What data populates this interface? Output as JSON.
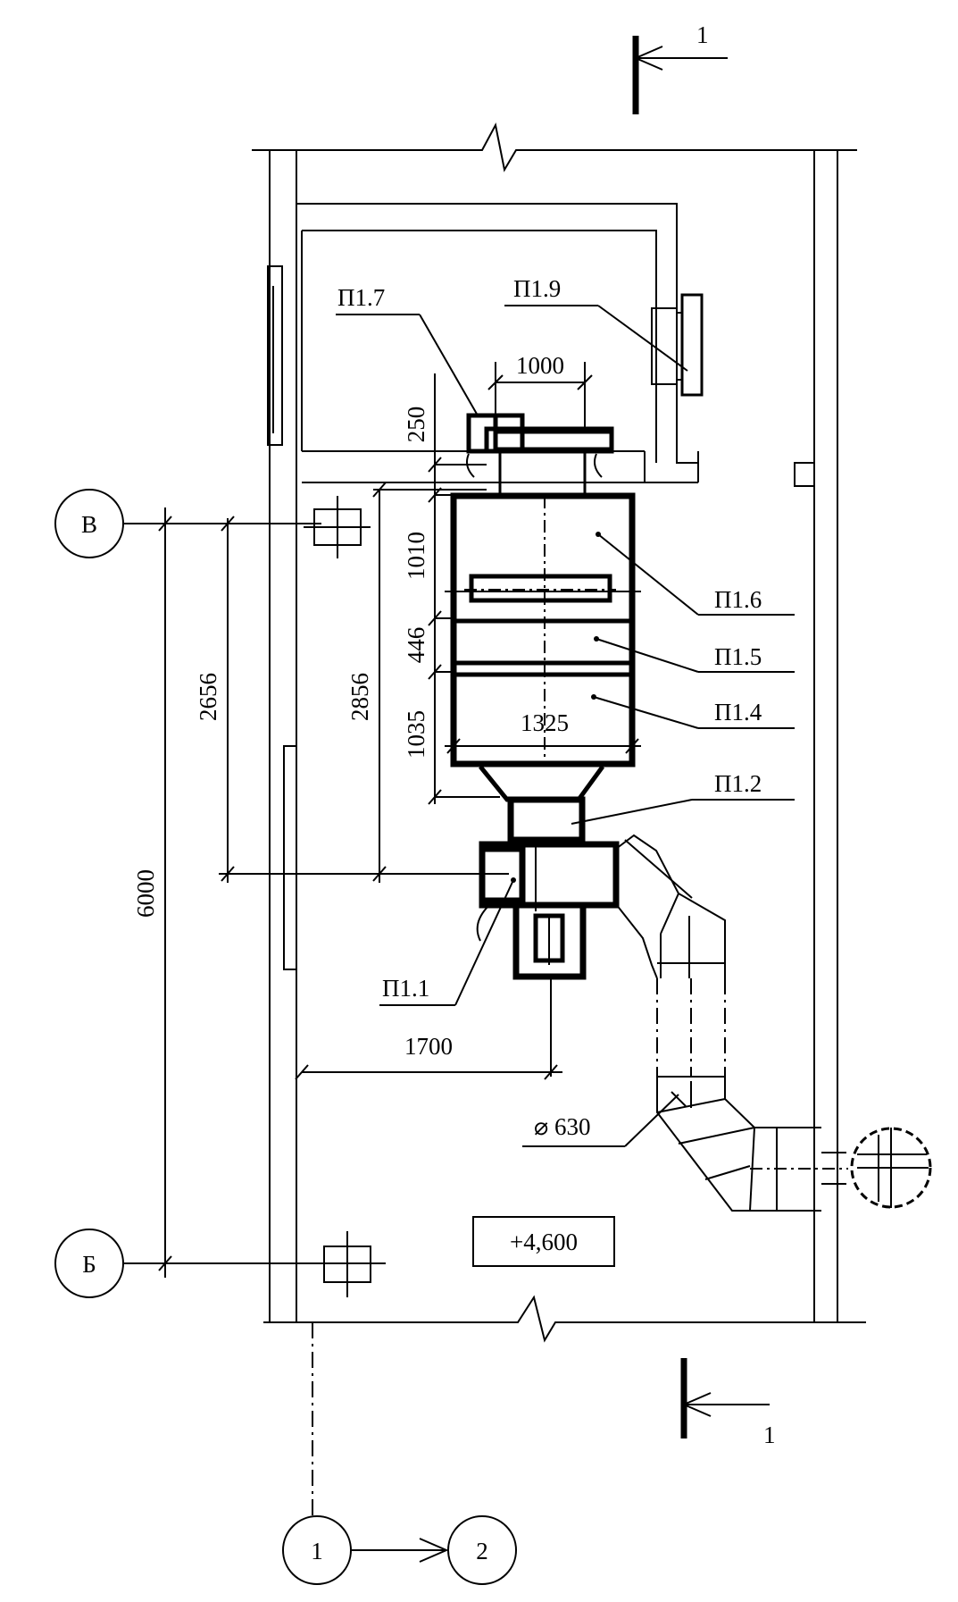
{
  "section_marker": {
    "top_label": "1",
    "bottom_label": "1"
  },
  "axes": {
    "row_top": "В",
    "row_bottom": "Б",
    "col_left": "1",
    "col_right": "2"
  },
  "dimensions": {
    "d1000": "1000",
    "d250": "250",
    "d1010": "1010",
    "d446": "446",
    "d1035": "1035",
    "d1325": "1325",
    "d2656": "2656",
    "d2856": "2856",
    "d6000": "6000",
    "d1700": "1700",
    "duct_diameter": "⌀ 630"
  },
  "labels": {
    "p1_7": "П1.7",
    "p1_9": "П1.9",
    "p1_6": "П1.6",
    "p1_5": "П1.5",
    "p1_4": "П1.4",
    "p1_2": "П1.2",
    "p1_1": "П1.1"
  },
  "elevation": "+4,600"
}
